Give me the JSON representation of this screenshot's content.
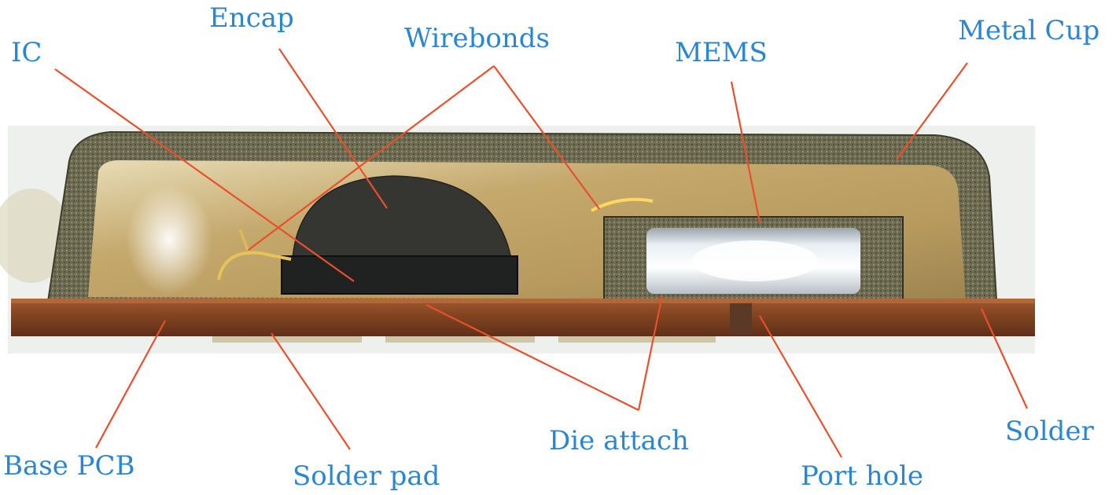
{
  "labels": {
    "encap": "Encap",
    "ic": "IC",
    "wirebonds": "Wirebonds",
    "mems": "MEMS",
    "metal_cup": "Metal Cup",
    "base_pcb": "Base PCB",
    "solder_pad": "Solder pad",
    "die_attach": "Die attach",
    "port_hole": "Port hole",
    "solder": "Solder"
  },
  "colors": {
    "label_text": "#2a86d0",
    "leader_lines": "#e8502d",
    "metal_cup": "#6f6e55",
    "cavity": "#c9b27a",
    "encap": "#3a3b37",
    "ic_die": "#1f2220",
    "mems_die": "#d4dbe0",
    "pcb": "#8a4a24"
  }
}
